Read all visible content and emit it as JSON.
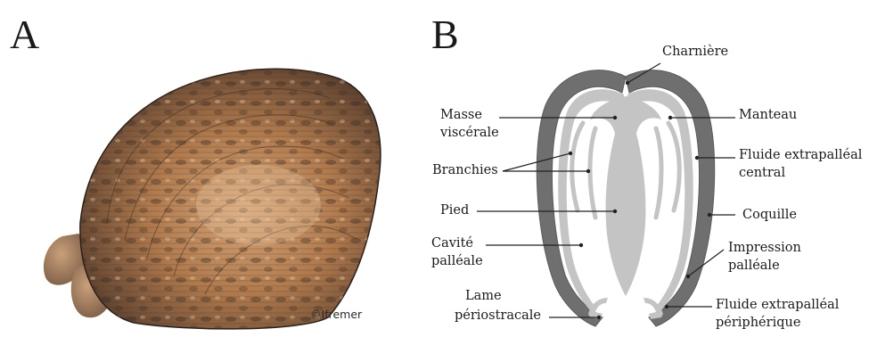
{
  "panels": {
    "a": {
      "letter": "A",
      "credit": "©Ifremer"
    },
    "b": {
      "letter": "B",
      "labels": {
        "charniere": "Charnière",
        "masse_line1": "Masse",
        "masse_line2": "viscérale",
        "manteau": "Manteau",
        "fluide_central_line1": "Fluide extrapalléal",
        "fluide_central_line2": "central",
        "branchies": "Branchies",
        "pied": "Pied",
        "coquille": "Coquille",
        "cavite_line1": "Cavité",
        "cavite_line2": "palléale",
        "impression_line1": "Impression",
        "impression_line2": "palléale",
        "lame_line1": "Lame",
        "lame_line2": "périostracale",
        "fluide_periph_line1": "Fluide extrapalléal",
        "fluide_periph_line2": "périphérique"
      }
    }
  },
  "colors": {
    "shell": "#6f6f6f",
    "soft_tissue": "#c4c4c4",
    "leader_line": "#222222"
  }
}
